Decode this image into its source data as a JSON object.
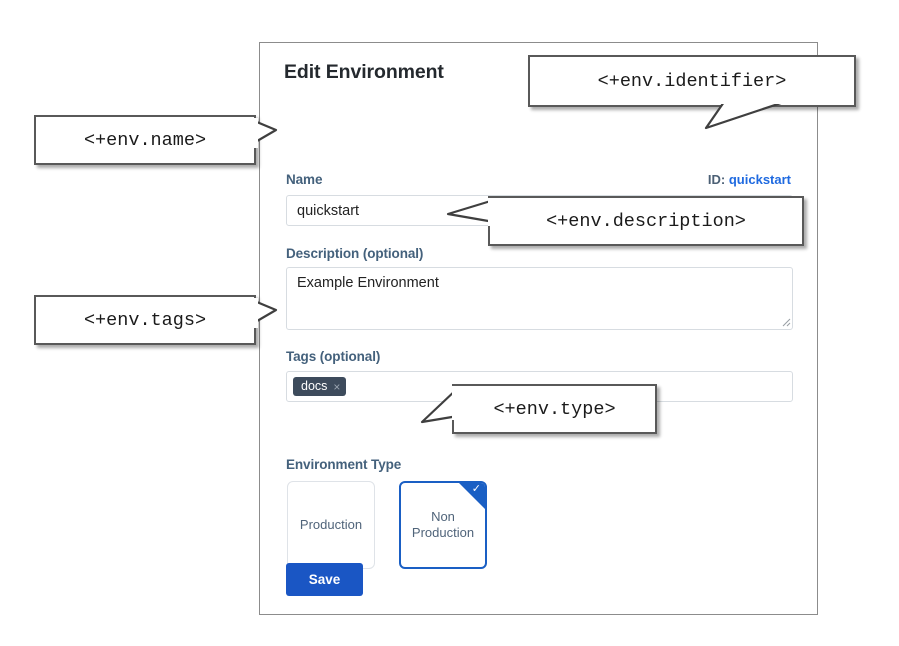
{
  "form": {
    "title": "Edit Environment",
    "id_prefix": "ID:",
    "id_value": "quickstart",
    "fields": {
      "name": {
        "label": "Name",
        "value": "quickstart",
        "placeholder": ""
      },
      "description": {
        "label": "Description (optional)",
        "value": "Example Environment",
        "placeholder": ""
      },
      "tags": {
        "label": "Tags (optional)",
        "chips": [
          {
            "label": "docs",
            "remove_icon": "×"
          }
        ]
      },
      "environment_type": {
        "label": "Environment Type",
        "options": [
          {
            "label": "Production",
            "selected": false
          },
          {
            "label": "Non Production",
            "selected": true
          }
        ],
        "selected_check_icon": "✓"
      }
    },
    "save_label": "Save"
  },
  "callouts": {
    "name": "<+env.name>",
    "identifier": "<+env.identifier>",
    "description": "<+env.description>",
    "tags": "<+env.tags>",
    "type": "<+env.type>"
  },
  "colors": {
    "accent_blue": "#1a56c4",
    "link_blue": "#1f6ae0",
    "label_blue_gray": "#44617c",
    "tag_chip_bg": "#3d4b5c",
    "panel_border": "#8c8c8c",
    "input_border": "#d7dce1",
    "callout_border": "#595959"
  }
}
